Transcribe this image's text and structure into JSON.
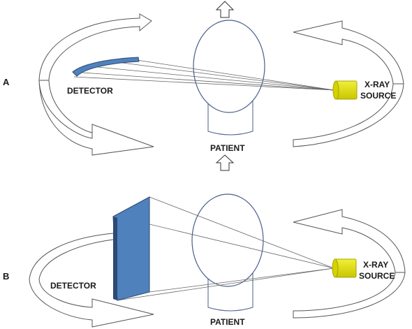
{
  "panel_a": {
    "letter": "A",
    "detector_label": "DETECTOR",
    "patient_label": "PATIENT",
    "source_label_line1": "X-RAY",
    "source_label_line2": "SOURCE"
  },
  "panel_b": {
    "letter": "B",
    "detector_label": "DETECTOR",
    "patient_label": "PATIENT",
    "source_label_line1": "X-RAY",
    "source_label_line2": "SOURCE"
  },
  "colors": {
    "detector_blue": "#4f81bd",
    "detector_dark": "#2c4a73",
    "source_yellow": "#e1de00",
    "source_dark": "#a8a500",
    "patient_outline": "#4a5f8a",
    "arrow_outline": "#555555",
    "ray_line": "#666666"
  }
}
